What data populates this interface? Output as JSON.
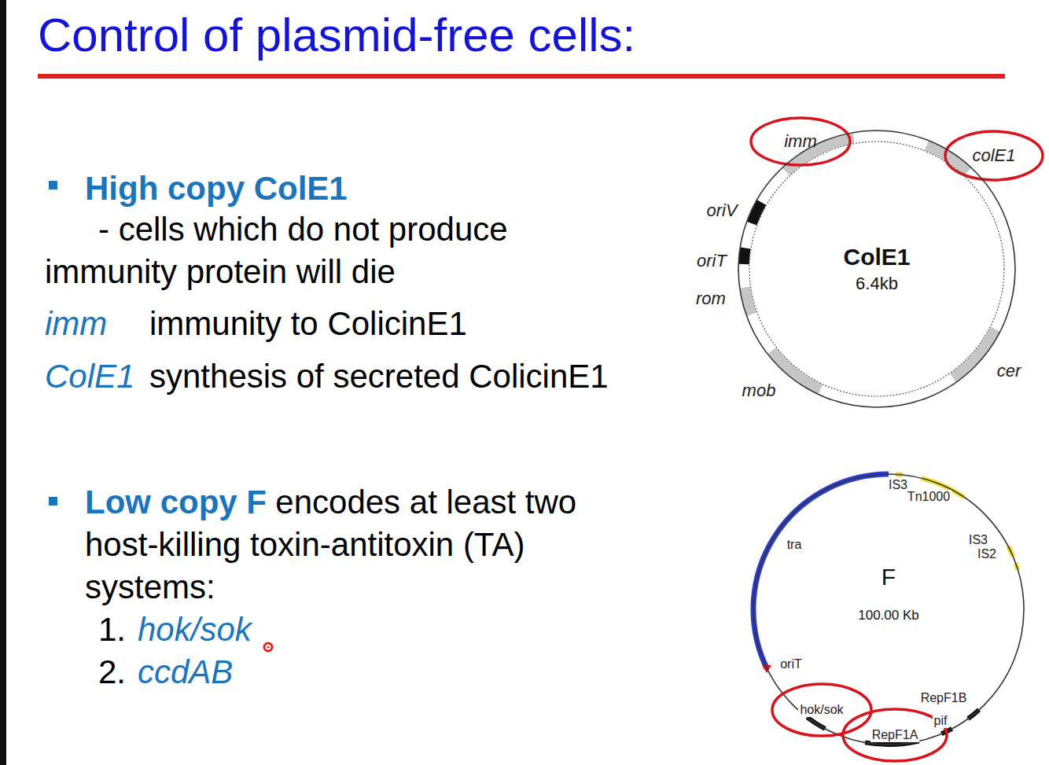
{
  "diagram": {
    "title": "Control of plasmid-free cells:",
    "nodes": [
      {
        "text": [
          "imm"
        ]
      },
      {
        "text": [
          "colE1"
        ]
      },
      {
        "text": [
          "ColE1",
          "6.4kb"
        ]
      },
      {
        "text": [
          "F",
          "100.00 Kb"
        ]
      },
      {
        "text": [
          "hok/sok"
        ]
      },
      {
        "text": [
          "RepF1A"
        ]
      }
    ],
    "labels": [
      "High copy ColE1",
      "- cells which do not produce immunity protein will die",
      "imm",
      "immunity to ColicinE1",
      "ColE1",
      "synthesis of secreted ColicinE1",
      "Low copy F",
      "encodes at least two host-killing toxin-antitoxin (TA) systems:",
      "1.",
      "hok/sok",
      "2.",
      "ccdAB",
      "oriV",
      "oriT",
      "rom",
      "mob",
      "cer",
      "IS3",
      "Tn1000",
      "IS3",
      "IS2",
      "tra",
      "oriT",
      "RepF1B",
      "pif"
    ]
  }
}
